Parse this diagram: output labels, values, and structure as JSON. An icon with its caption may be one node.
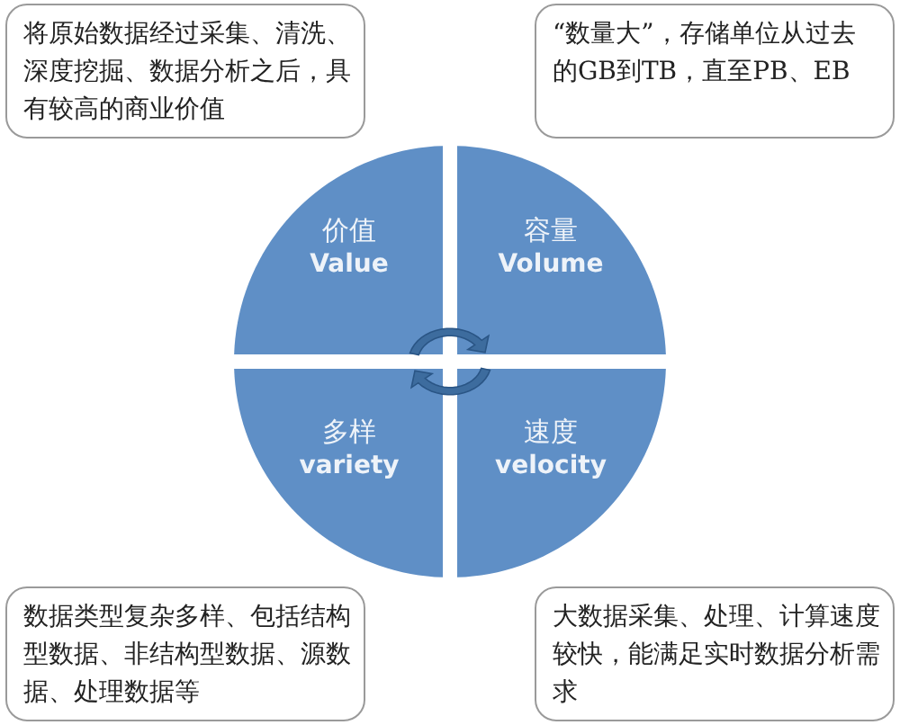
{
  "diagram": {
    "nodes": [
      {
        "text": [
          "将原始数据经过采集、清洗、深度挖掘、数据分析之后，具有较高的商业价值"
        ]
      },
      {
        "text": [
          "“数量大”，存储单位从过去的GB到TB，直至PB、EB"
        ]
      },
      {
        "text": [
          "价值",
          "Value"
        ]
      },
      {
        "text": [
          "容量",
          "Volume"
        ]
      },
      {
        "text": [
          "多样",
          "variety"
        ]
      },
      {
        "text": [
          "速度",
          "velocity"
        ]
      },
      {
        "text": [
          "数据类型复杂多样、包括结构型数据、非结构型数据、源数据、处理数据等"
        ]
      },
      {
        "text": [
          "大数据采集、处理、计算速度较快，能满足实时数据分析需求"
        ]
      }
    ]
  }
}
